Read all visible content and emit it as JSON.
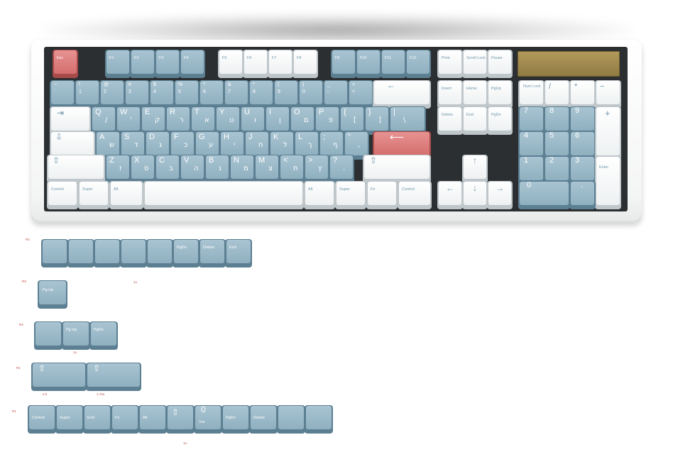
{
  "brand": {
    "blue_key": "#9dbbca",
    "white_key": "#f7f9f9",
    "accent_key": "#dc7a7a",
    "plate_badge": "#a48c4e"
  },
  "function_row": [
    "Esc",
    "F1",
    "F2",
    "F3",
    "F4",
    "F5",
    "F6",
    "F7",
    "F8",
    "F9",
    "F10",
    "F11",
    "F12"
  ],
  "nav_top": [
    "Print",
    "Scroll Lock",
    "Pause"
  ],
  "number_row": [
    {
      "shift": "~",
      "base": "`"
    },
    {
      "shift": "!",
      "base": "1"
    },
    {
      "shift": "@",
      "base": "2"
    },
    {
      "shift": "#",
      "base": "3"
    },
    {
      "shift": "$",
      "base": "4"
    },
    {
      "shift": "%",
      "base": "5"
    },
    {
      "shift": "^",
      "base": "6"
    },
    {
      "shift": "&",
      "base": "7"
    },
    {
      "shift": "*",
      "base": "8"
    },
    {
      "shift": "(",
      "base": "9"
    },
    {
      "shift": ")",
      "base": "0"
    },
    {
      "shift": "_",
      "base": "-"
    },
    {
      "shift": "+",
      "base": "="
    }
  ],
  "backspace_icon": "←",
  "tab_icon": "⇥",
  "q_row": [
    {
      "main": "Q",
      "alt": "/"
    },
    {
      "main": "W",
      "alt": "'"
    },
    {
      "main": "E",
      "alt": "ק"
    },
    {
      "main": "R",
      "alt": "ר"
    },
    {
      "main": "T",
      "alt": "א"
    },
    {
      "main": "Y",
      "alt": "ט"
    },
    {
      "main": "U",
      "alt": "ו"
    },
    {
      "main": "I",
      "alt": "ן"
    },
    {
      "main": "O",
      "alt": "ם"
    },
    {
      "main": "P",
      "alt": "פ"
    },
    {
      "main": "{",
      "alt": "["
    },
    {
      "main": "}",
      "alt": "]"
    },
    {
      "main": "|",
      "alt": "\\"
    }
  ],
  "caps_icon": "⇩",
  "a_row": [
    {
      "main": "A",
      "alt": "ש"
    },
    {
      "main": "S",
      "alt": "ד"
    },
    {
      "main": "D",
      "alt": "ג"
    },
    {
      "main": "F",
      "alt": "כ"
    },
    {
      "main": "G",
      "alt": "ע"
    },
    {
      "main": "H",
      "alt": "י"
    },
    {
      "main": "J",
      "alt": "ח"
    },
    {
      "main": "K",
      "alt": "ל"
    },
    {
      "main": "L",
      "alt": "ך"
    },
    {
      "main": ";",
      "alt": "ף"
    },
    {
      "main": "\"",
      "alt": ","
    }
  ],
  "enter_icon": "⟵",
  "shift_icon": "⇧",
  "z_row": [
    {
      "main": "Z",
      "alt": "ז"
    },
    {
      "main": "X",
      "alt": "ס"
    },
    {
      "main": "C",
      "alt": "ב"
    },
    {
      "main": "V",
      "alt": "ה"
    },
    {
      "main": "B",
      "alt": "נ"
    },
    {
      "main": "N",
      "alt": "מ"
    },
    {
      "main": "M",
      "alt": "צ"
    },
    {
      "main": "<",
      "alt": "ת"
    },
    {
      "main": ">",
      "alt": "ץ"
    },
    {
      "main": "?",
      "alt": "."
    }
  ],
  "bottom_row": [
    "Control",
    "Super",
    "Alt",
    "",
    "Alt",
    "Super",
    "Fn",
    "Control"
  ],
  "nav_cluster": [
    "Insert",
    "Home",
    "PgUp",
    "Delete",
    "End",
    "PgDn"
  ],
  "arrows": {
    "up": "↑",
    "left": "←",
    "down": "↓",
    "right": "→"
  },
  "numpad": {
    "row1": [
      "Num Lock",
      "/",
      "*",
      "−"
    ],
    "row2": [
      "7",
      "8",
      "9"
    ],
    "row3": [
      "4",
      "5",
      "6"
    ],
    "row4": [
      "1",
      "2",
      "3"
    ],
    "zero": "0",
    "dot": ".",
    "plus": "+",
    "enter": "Enter"
  },
  "extras": {
    "r4_label": "R4",
    "r4_keys": [
      "",
      "",
      "",
      "",
      "",
      "PgDn",
      "Delete",
      "End"
    ],
    "r3_label": "R3",
    "r3_keys": [
      "Pg Up"
    ],
    "r3_note": "1u",
    "r2_label": "R2",
    "r2_keys": [
      "",
      "Pg Up",
      "PgDn"
    ],
    "r2_note": "1u",
    "r1_label": "R1",
    "r1_keys": [
      "",
      ""
    ],
    "r1_notes": [
      "2.0",
      "1.75u"
    ],
    "r0_label": "R1",
    "r0_keys": [
      "Control",
      "Super",
      "End",
      "Fn",
      "Alt",
      "",
      "0",
      "PgDn",
      "Delete",
      "",
      ""
    ],
    "r0_ins": "Ins",
    "r0_note": "1u"
  }
}
